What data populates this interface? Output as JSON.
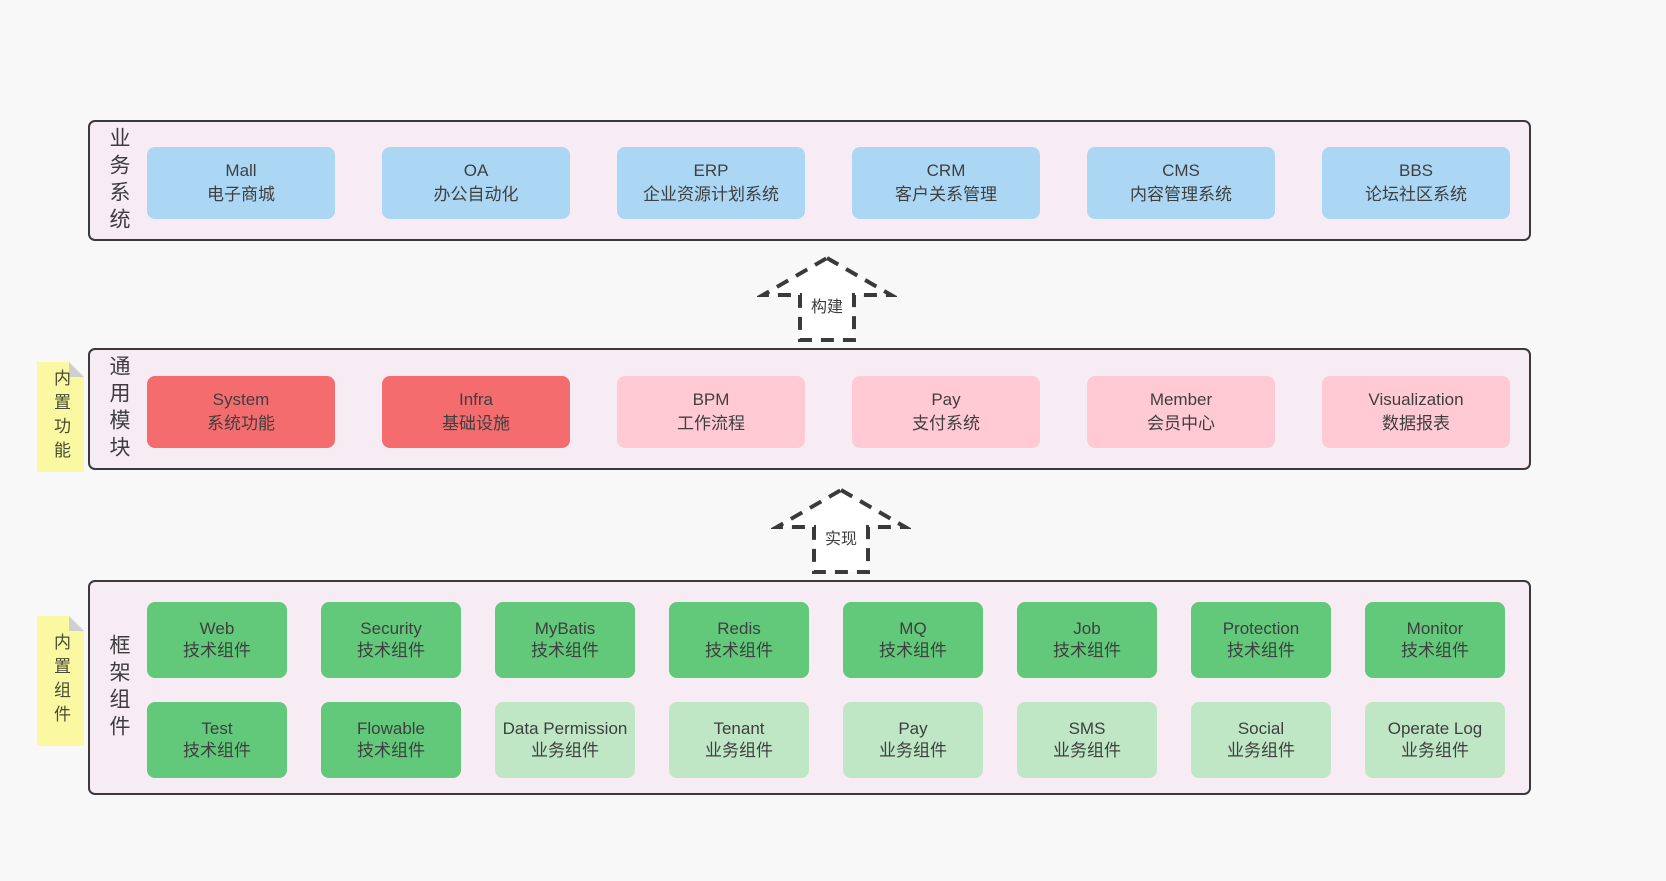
{
  "diagram": {
    "arrows": [
      {
        "label": "构建"
      },
      {
        "label": "实现"
      }
    ],
    "layers": [
      {
        "label": "业务系统",
        "boxes": [
          {
            "title": "Mall",
            "subtitle": "电子商城"
          },
          {
            "title": "OA",
            "subtitle": "办公自动化"
          },
          {
            "title": "ERP",
            "subtitle": "企业资源计划系统"
          },
          {
            "title": "CRM",
            "subtitle": "客户关系管理"
          },
          {
            "title": "CMS",
            "subtitle": "内容管理系统"
          },
          {
            "title": "BBS",
            "subtitle": "论坛社区系统"
          }
        ]
      },
      {
        "label": "通用模块",
        "note": "内置功能",
        "boxes": [
          {
            "title": "System",
            "subtitle": "系统功能"
          },
          {
            "title": "Infra",
            "subtitle": "基础设施"
          },
          {
            "title": "BPM",
            "subtitle": "工作流程"
          },
          {
            "title": "Pay",
            "subtitle": "支付系统"
          },
          {
            "title": "Member",
            "subtitle": "会员中心"
          },
          {
            "title": "Visualization",
            "subtitle": "数据报表"
          }
        ]
      },
      {
        "label": "框架组件",
        "note": "内置组件",
        "rows": [
          [
            {
              "title": "Web",
              "subtitle": "技术组件"
            },
            {
              "title": "Security",
              "subtitle": "技术组件"
            },
            {
              "title": "MyBatis",
              "subtitle": "技术组件"
            },
            {
              "title": "Redis",
              "subtitle": "技术组件"
            },
            {
              "title": "MQ",
              "subtitle": "技术组件"
            },
            {
              "title": "Job",
              "subtitle": "技术组件"
            },
            {
              "title": "Protection",
              "subtitle": "技术组件"
            },
            {
              "title": "Monitor",
              "subtitle": "技术组件"
            }
          ],
          [
            {
              "title": "Test",
              "subtitle": "技术组件"
            },
            {
              "title": "Flowable",
              "subtitle": "技术组件"
            },
            {
              "title": "Data Permission",
              "subtitle": "业务组件"
            },
            {
              "title": "Tenant",
              "subtitle": "业务组件"
            },
            {
              "title": "Pay",
              "subtitle": "业务组件"
            },
            {
              "title": "SMS",
              "subtitle": "业务组件"
            },
            {
              "title": "Social",
              "subtitle": "业务组件"
            },
            {
              "title": "Operate Log",
              "subtitle": "业务组件"
            }
          ]
        ]
      }
    ],
    "colors": {
      "page_bg": "#F8F8F8",
      "panel_bg": "#F7EBF4",
      "panel_border": "#3A3A3A",
      "blue_box": "#ABD7F4",
      "red_box": "#F56C6F",
      "pink_box": "#FFCAD3",
      "green_box": "#62C87A",
      "light_green_box": "#BFE6C5",
      "note_yellow": "#FAF9A2",
      "text": "#3D3D3D"
    }
  }
}
